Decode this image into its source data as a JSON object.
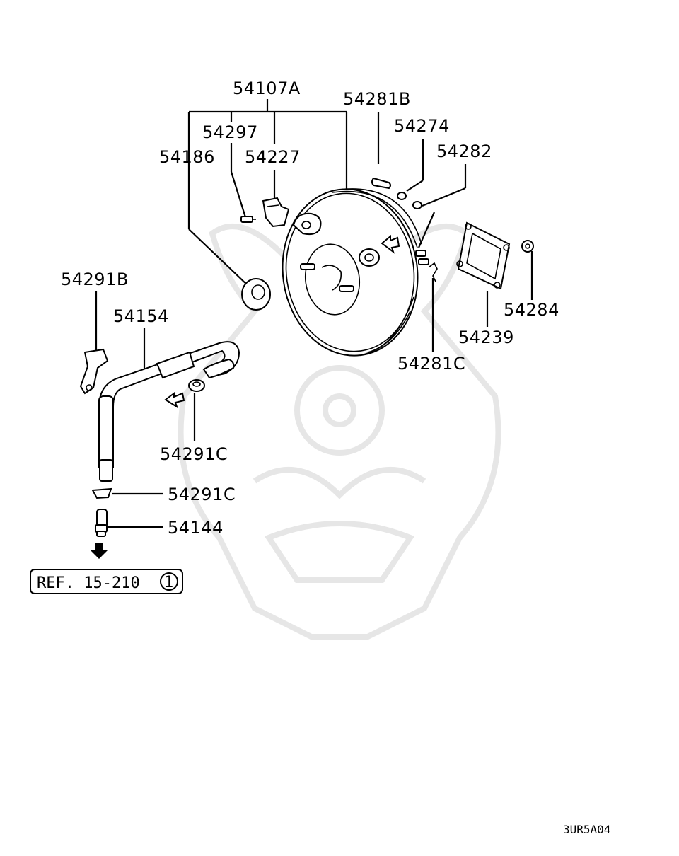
{
  "labels": {
    "p54107A": "54107A",
    "p54281B": "54281B",
    "p54274": "54274",
    "p54282": "54282",
    "p54297": "54297",
    "p54227": "54227",
    "p54186": "54186",
    "p54291B": "54291B",
    "p54154": "54154",
    "p54284": "54284",
    "p54239": "54239",
    "p54281C": "54281C",
    "p54291C_a": "54291C",
    "p54291C_b": "54291C",
    "p54144": "54144"
  },
  "reference": {
    "text": "REF. 15-210",
    "circle_number": "1"
  },
  "diagram_code": "3UR5A04",
  "colors": {
    "line": "#000000",
    "watermark": "#e6e6e6"
  }
}
